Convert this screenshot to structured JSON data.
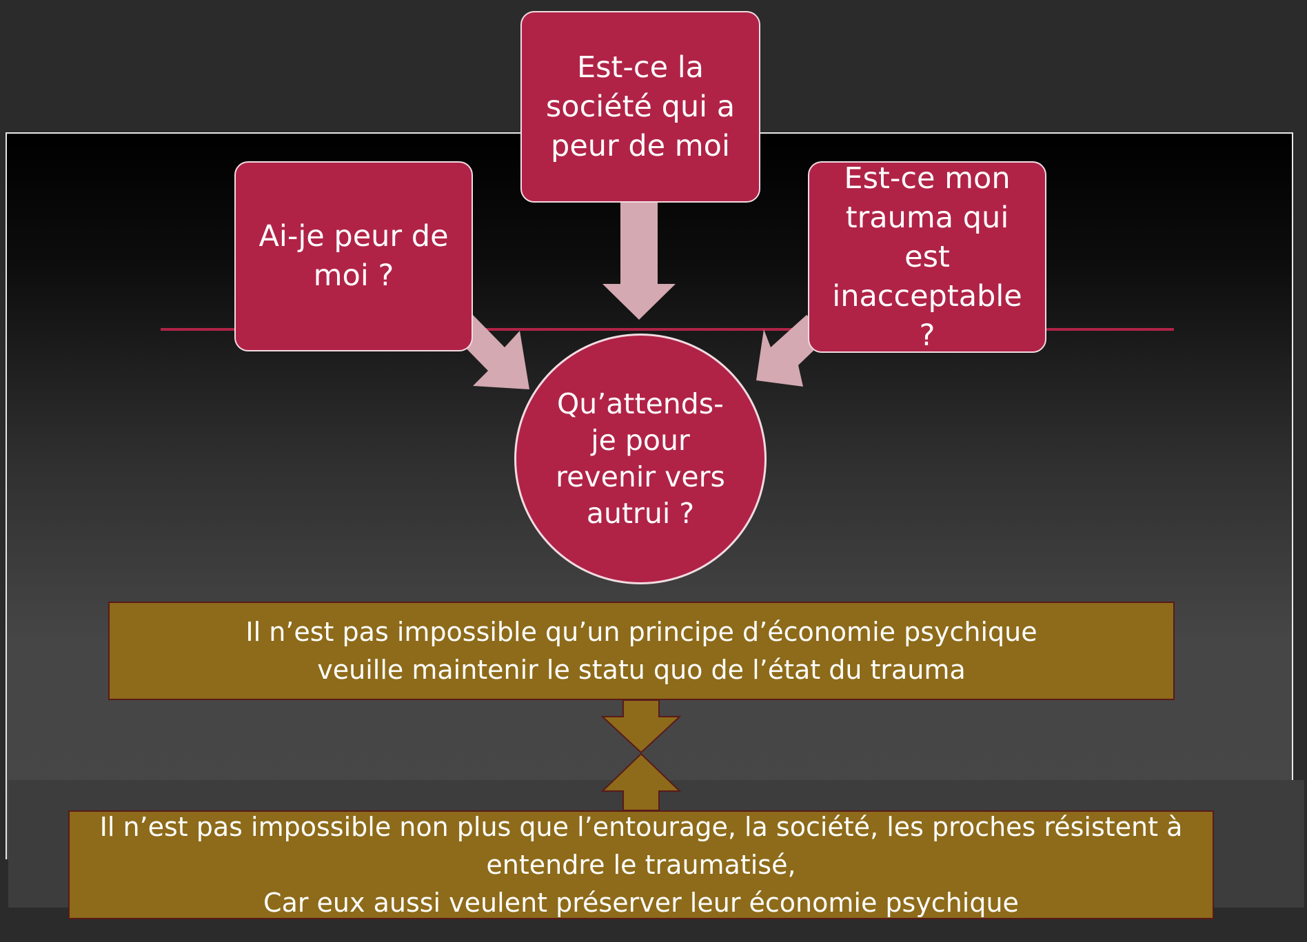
{
  "diagram": {
    "boxes": {
      "left": "Ai-je peur de\nmoi ?",
      "center": "Est-ce la\nsociété qui a\npeur de moi",
      "right": "Est-ce mon\ntrauma qui\nest\ninacceptable ?"
    },
    "circle": "Qu’attends-\nje pour\nrevenir vers\nautrui ?",
    "statements": {
      "top": "Il n’est pas impossible qu’un principe d’économie psychique\nveuille maintenir le statu quo de l’état du trauma",
      "bottom": "Il n’est pas impossible non plus que l’entourage, la société, les proches résistent à\nentendre le traumatisé,\nCar eux aussi veulent préserver leur économie psychique"
    },
    "colors": {
      "box_fill": "#b02347",
      "arrow_fill": "#d4a9b1",
      "statement_fill": "#8d6b1a"
    }
  }
}
